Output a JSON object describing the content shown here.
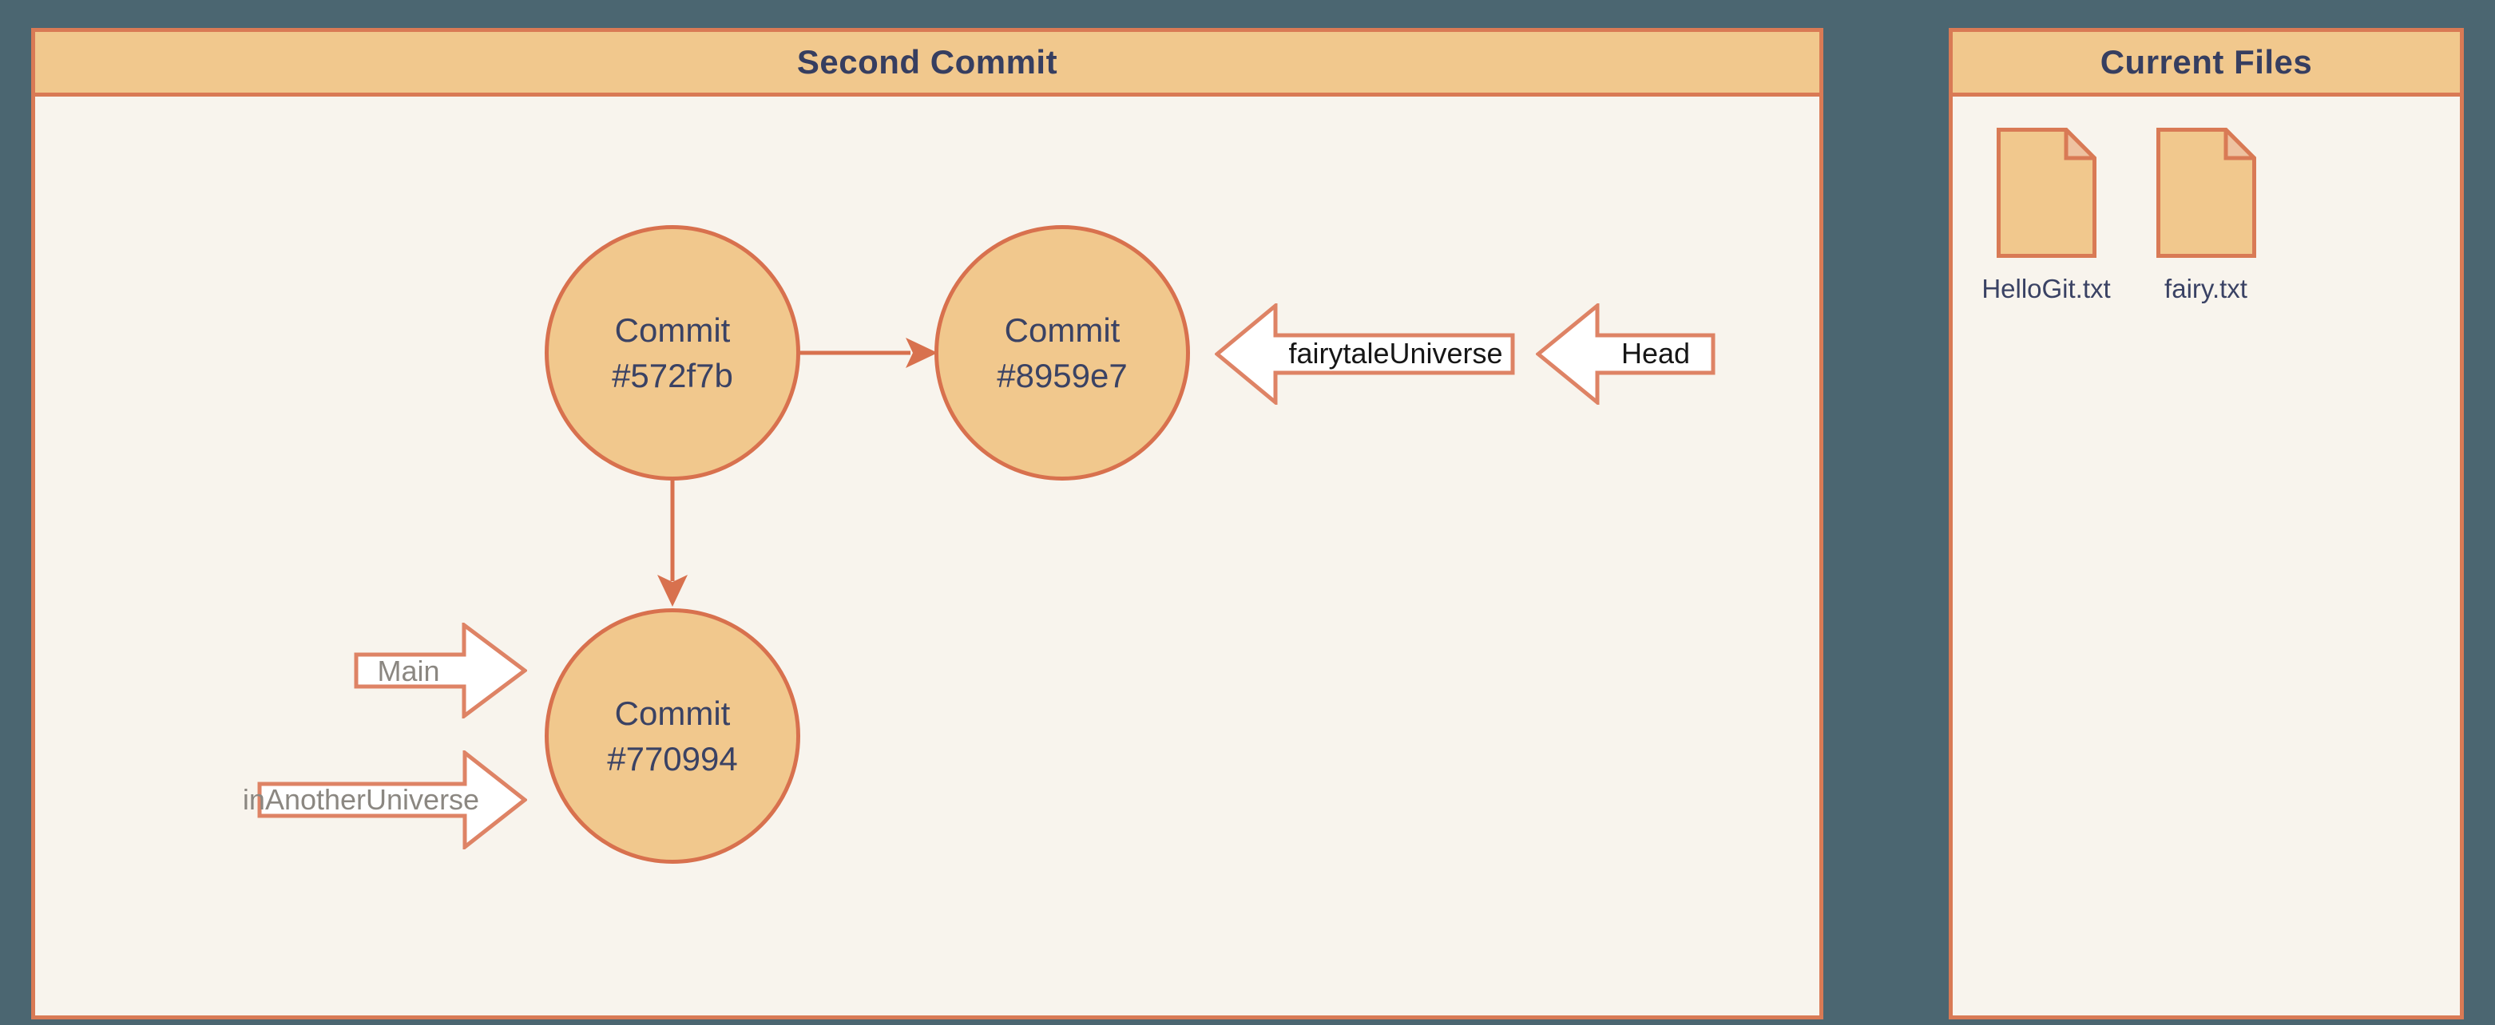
{
  "panels": {
    "second_commit": {
      "title": "Second Commit",
      "commits": [
        {
          "label": "Commit",
          "id": "#572f7b"
        },
        {
          "label": "Commit",
          "id": "#8959e7"
        },
        {
          "label": "Commit",
          "id": "#770994"
        }
      ],
      "branch_labels": [
        {
          "text": "fairytaleUniverse",
          "points_to": "Commit #8959e7",
          "direction": "left",
          "text_color": "#161616"
        },
        {
          "text": "Head",
          "points_to": "fairytaleUniverse",
          "direction": "left",
          "text_color": "#161616"
        },
        {
          "text": "Main",
          "points_to": "Commit #770994",
          "direction": "right",
          "text_color": "#8b8781"
        },
        {
          "text": "inAnotherUniverse",
          "points_to": "Commit #770994",
          "direction": "right",
          "text_color": "#8b8781"
        }
      ],
      "connectors": [
        {
          "from": "Commit #572f7b",
          "to": "Commit #8959e7",
          "orientation": "horizontal"
        },
        {
          "from": "Commit #572f7b",
          "to": "Commit #770994",
          "orientation": "vertical"
        }
      ]
    },
    "current_files": {
      "title": "Current Files",
      "files": [
        {
          "name": "HelloGit.txt",
          "icon": "document-icon"
        },
        {
          "name": "fairy.txt",
          "icon": "document-icon"
        }
      ]
    }
  },
  "colors": {
    "background": "#4b6671",
    "panel_border": "#d97a55",
    "panel_header_fill": "#f1c88d",
    "panel_body_fill": "#f8f4ed",
    "node_fill": "#f1c88d",
    "node_border": "#d8714e",
    "connector": "#d8714e",
    "label_arrow_border": "#de8365",
    "label_arrow_fill": "#ffffff",
    "title_text": "#363e60",
    "node_text": "#3a4264",
    "branch_text_active": "#161616",
    "branch_text_inactive": "#8b8781",
    "file_fill": "#f1c88d",
    "file_fold_fill": "#eec2a0"
  }
}
